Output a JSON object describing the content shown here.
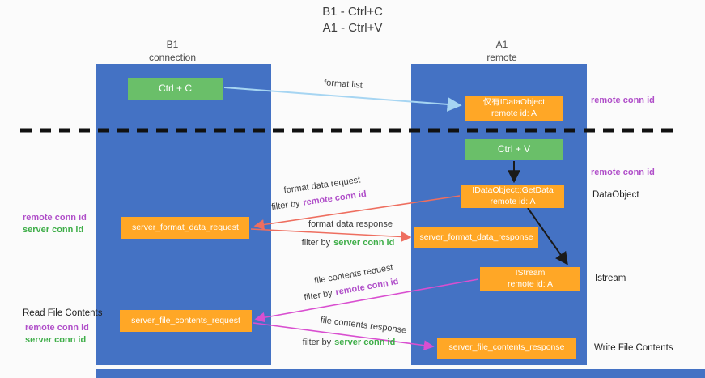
{
  "title": {
    "line1": "B1 - Ctrl+C",
    "line2": "A1 - Ctrl+V"
  },
  "columns": {
    "left": {
      "name": "B1",
      "subtitle": "connection"
    },
    "right": {
      "name": "A1",
      "subtitle": "remote"
    }
  },
  "nodes": {
    "ctrl_c": "Ctrl + C",
    "ctrl_v": "Ctrl + V",
    "idataobject": {
      "line1": "仅有IDataObject",
      "line2": "remote id: A"
    },
    "getdata": {
      "line1": "IDataObject::GetData",
      "line2": "remote id: A"
    },
    "istream": {
      "line1": "IStream",
      "line2": "remote id: A"
    },
    "format_request": "server_format_data_request",
    "format_response": "server_format_data_response",
    "file_request": "server_file_contents_request",
    "file_response": "server_file_contents_response"
  },
  "edge_labels": {
    "format_list": "format list",
    "format_data_request": "format data request",
    "format_data_response": "format data response",
    "file_contents_request": "file contents request",
    "file_contents_response": "file contents response",
    "filter_by": "filter by",
    "remote_conn_id": "remote conn id",
    "server_conn_id": "server conn id"
  },
  "side_labels": {
    "remote_conn_id": "remote conn id",
    "server_conn_id": "server conn id",
    "dataobject": "DataObject",
    "istream": "Istream",
    "read_file_contents": "Read File Contents",
    "write_file_contents": "Write File Contents"
  },
  "colors": {
    "lane_blue": "#4472c4",
    "box_green": "#6abf69",
    "box_orange": "#ffa726",
    "text_purple": "#b04fc9",
    "text_green": "#3fae49",
    "arrow_red": "#ee6e5f",
    "arrow_magenta": "#d94fd0",
    "arrow_light_blue": "#a6d5f2",
    "arrow_black": "#1a1a1a"
  }
}
